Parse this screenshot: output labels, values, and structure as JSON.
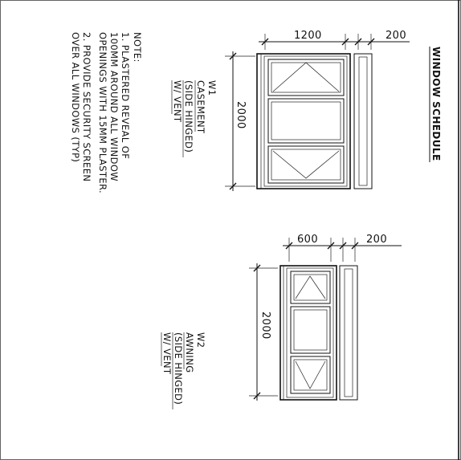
{
  "schedule": {
    "title": "WINDOW SCHEDULE"
  },
  "notes": {
    "heading": "NOTE:",
    "lines": [
      "1. PLASTERED REVEAL OF",
      "100MM AROUND ALL WINDOW",
      "OPENINGS WITH 15MM PLASTER.",
      "2. PROVIDE SECURITY SCREEN",
      "OVER ALL WINDOWS (TYP)"
    ]
  },
  "windows": [
    {
      "id": "W1",
      "type": "CASEMENT",
      "hinge": "(SIDE HINGED)",
      "vent": "W/ VENT",
      "width": "1200",
      "vent_width": "200",
      "height": "2000"
    },
    {
      "id": "W2",
      "type": "AWNING",
      "hinge": "(SIDE HINGED)",
      "vent": "W/ VENT",
      "width": "600",
      "vent_width": "200",
      "height": "2000"
    }
  ]
}
